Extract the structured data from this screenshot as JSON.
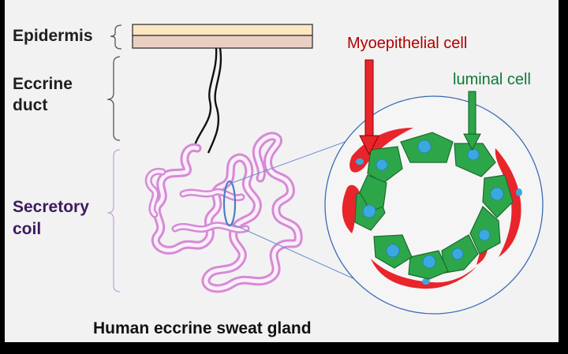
{
  "labels": {
    "epidermis": "Epidermis",
    "eccrine_duct_line1": "Eccrine",
    "eccrine_duct_line2": "duct",
    "secretory_coil_line1": "Secretory",
    "secretory_coil_line2": "coil",
    "myoepithelial": "Myoepithelial cell",
    "luminal": "luminal cell"
  },
  "caption": "Human eccrine sweat gland",
  "colors": {
    "skin_top": "#fde7c2",
    "skin_bottom": "#e9cfc2",
    "coil": "#d68ad6",
    "myoepithelial": "#e8252b",
    "luminal": "#2da64a",
    "nucleus": "#3aa9e0",
    "section_ring": "#4a7fc1"
  },
  "icons": {
    "luminal_arrow": "down-arrow",
    "myoepithelial_arrow": "down-arrow"
  }
}
